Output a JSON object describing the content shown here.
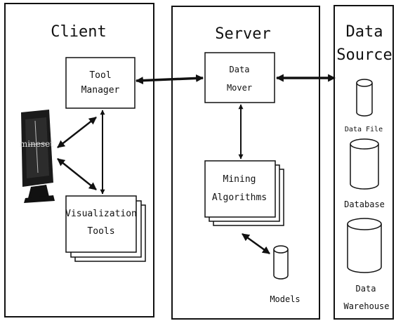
{
  "panels": {
    "client": {
      "title": "Client"
    },
    "server": {
      "title": "Server"
    },
    "source": {
      "title_line1": "Data",
      "title_line2": "Source"
    }
  },
  "client": {
    "tool_manager": {
      "line1": "Tool",
      "line2": "Manager"
    },
    "visualization_tools": {
      "line1": "Visualization",
      "line2": "Tools"
    },
    "monitor": {
      "logo": "mineset"
    }
  },
  "server": {
    "data_mover": {
      "line1": "Data",
      "line2": "Mover"
    },
    "mining_algorithms": {
      "line1": "Mining",
      "line2": "Algorithms"
    },
    "models": {
      "label": "Models"
    }
  },
  "source": {
    "data_file": {
      "label": "Data File"
    },
    "database": {
      "label": "Database"
    },
    "data_warehouse": {
      "line1": "Data",
      "line2": "Warehouse"
    }
  },
  "colors": {
    "stroke": "#111111",
    "background": "#ffffff",
    "monitor": "#1a1a1a"
  }
}
